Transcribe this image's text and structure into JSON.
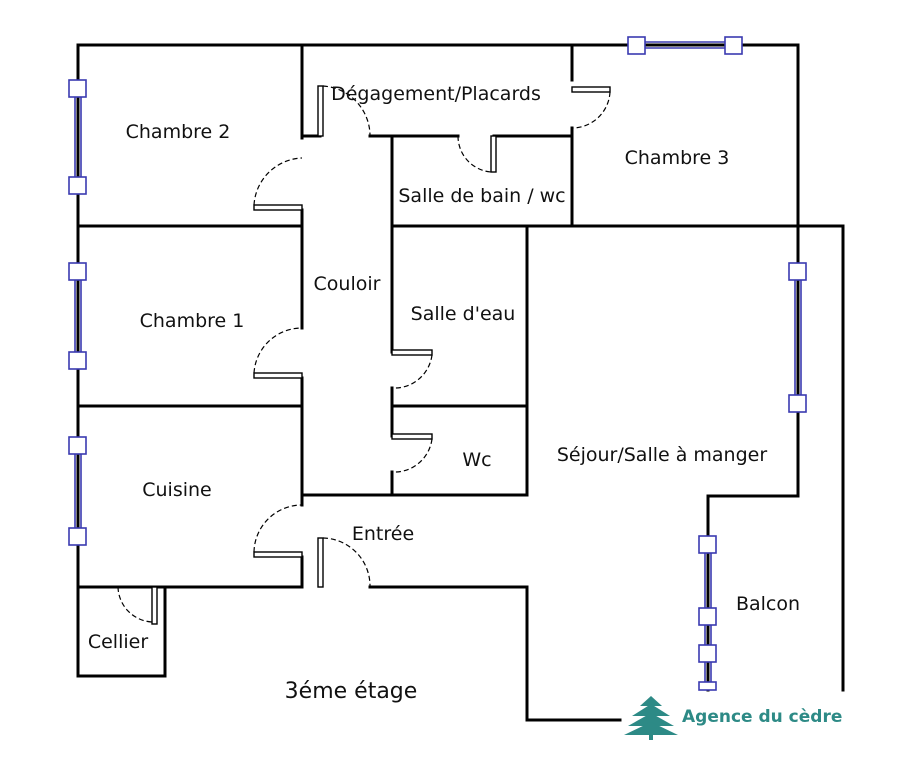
{
  "rooms": {
    "chambre2": "Chambre 2",
    "degagement": "Dégagement/Placards",
    "chambre3": "Chambre 3",
    "sdb": "Salle de bain / wc",
    "couloir": "Couloir",
    "chambre1": "Chambre 1",
    "salle_eau": "Salle d'eau",
    "sejour": "Séjour/Salle à manger",
    "wc": "Wc",
    "cuisine": "Cuisine",
    "entree": "Entrée",
    "balcon": "Balcon",
    "cellier": "Cellier"
  },
  "floor_label": "3éme étage",
  "agency": {
    "name": "Agence du cèdre",
    "logo_icon": "cedar-tree-icon",
    "color": "#2d8a86"
  },
  "colors": {
    "wall": "#000000",
    "window": "#3a3ab0"
  }
}
